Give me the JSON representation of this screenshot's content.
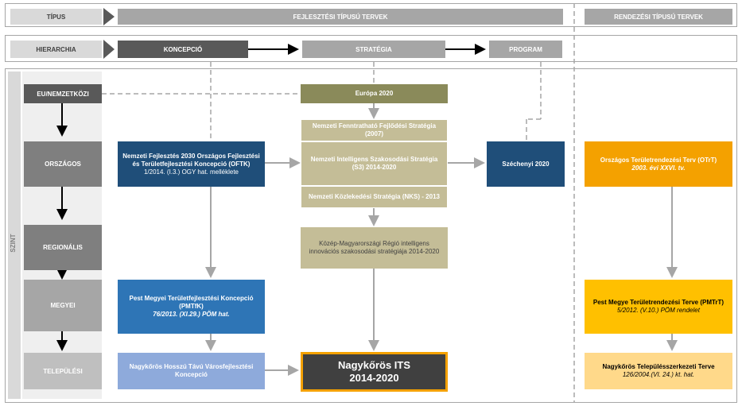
{
  "header": {
    "tipus_label": "TÍPUS",
    "fejlesztesi_title": "FEJLESZTÉSI TÍPUSÚ TERVEK",
    "rendezesi_title": "RENDEZÉSI TÍPUSÚ TERVEK",
    "hierarchia_label": "HIERARCHIA",
    "koncepcio": "KONCEPCIÓ",
    "strategia": "STRATÉGIA",
    "program": "PROGRAM"
  },
  "side_label": "SZINT",
  "levels": {
    "eu": "EU/NEMZETKÖZI",
    "orszagos": "ORSZÁGOS",
    "regionalis": "REGIONÁLIS",
    "megyei": "MEGYEI",
    "telepulesi": "TELEPÜLÉSI"
  },
  "boxes": {
    "europa": "Európa 2020",
    "nft": "Nemzeti Fenntratható Fejlődési Stratégia (2007)",
    "s3": "Nemzeti Intelligens Szakosodási Stratégia (S3) 2014-2020",
    "nks": "Nemzeti Közlekedési Stratégia (NKS) - 2013",
    "oftk_title": "Nemzeti Fejlesztés 2030 Országos Fejlesztési és Területfejlesztési Koncepció (OFTK)",
    "oftk_ref": "1/2014. (I.3.) OGY hat. melléklete",
    "szechenyi": "Széchenyi 2020",
    "otrt_title": "Országos Területrendezési Terv (OTrT)",
    "otrt_ref": "2003. évi XXVI. tv.",
    "kmr": "Közép-Magyarországi Régió intelligens innovációs szakosodási stratégiája 2014-2020",
    "pmtfk_title": "Pest Megyei Területfejlesztési Koncepció (PMTfK)",
    "pmtfk_ref": "76/2013. (XI.29.) PÖM hat.",
    "pmtrt_title": "Pest Megye Területrendezési Terve (PMTrT)",
    "pmtrt_ref": "5/2012. (V.10.) PÖM rendelet",
    "nhtvk": "Nagykőrös Hosszú Távú Városfejlesztési Koncepció",
    "its_line1": "Nagykőrös ITS",
    "its_line2": "2014-2020",
    "tszt_title": "Nagykőrös Településszerkezeti Terve",
    "tszt_ref": "126/2004.(VI. 24.) kt. hat."
  },
  "colors": {
    "navy": "#1f4e79",
    "blue": "#2e75b6",
    "light_blue": "#8eaadb",
    "olive": "#8a8a5a",
    "khaki": "#c4bd97",
    "orange": "#f4a100",
    "light_orange": "#ffd98a",
    "dark_gray": "#595959",
    "its_border": "#f4a100"
  }
}
